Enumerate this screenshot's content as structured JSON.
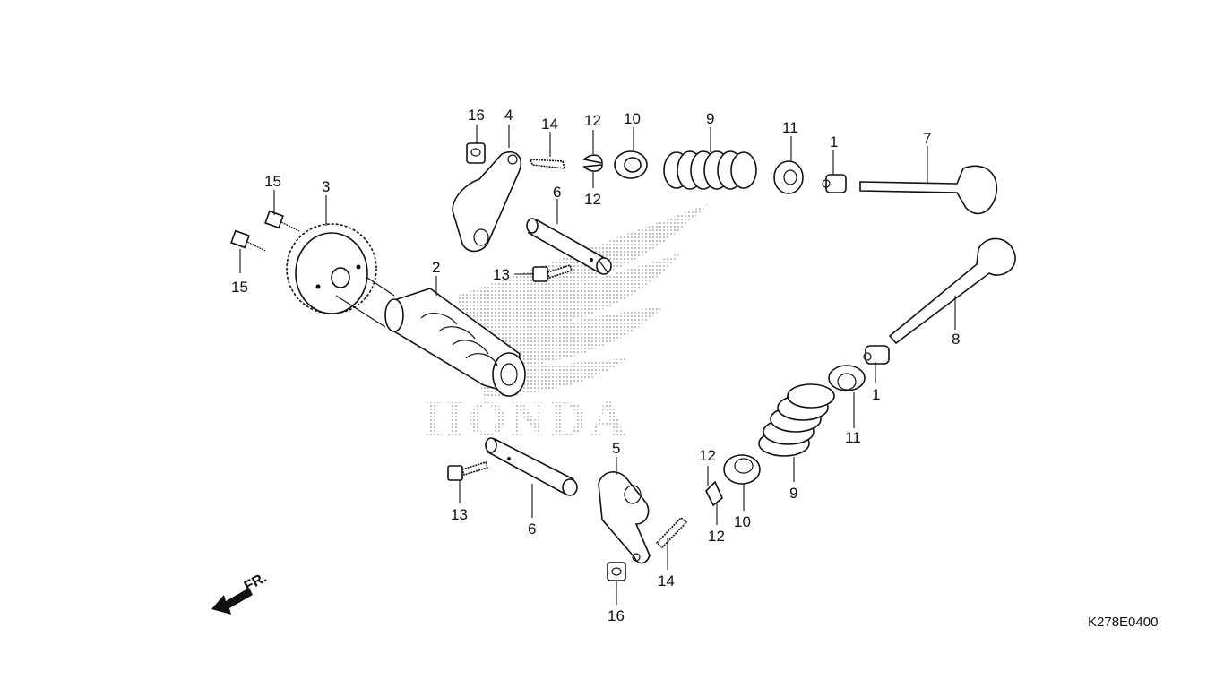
{
  "diagram": {
    "reference_code": "K278E0400",
    "front_indicator": "FR.",
    "watermark": "HONDA",
    "callouts": [
      {
        "id": "c16a",
        "text": "16"
      },
      {
        "id": "c4",
        "text": "4"
      },
      {
        "id": "c14a",
        "text": "14"
      },
      {
        "id": "c12a",
        "text": "12"
      },
      {
        "id": "c12b",
        "text": "12"
      },
      {
        "id": "c10a",
        "text": "10"
      },
      {
        "id": "c9a",
        "text": "9"
      },
      {
        "id": "c11a",
        "text": "11"
      },
      {
        "id": "c1a",
        "text": "1"
      },
      {
        "id": "c7",
        "text": "7"
      },
      {
        "id": "c15a",
        "text": "15"
      },
      {
        "id": "c15b",
        "text": "15"
      },
      {
        "id": "c3",
        "text": "3"
      },
      {
        "id": "c6a",
        "text": "6"
      },
      {
        "id": "c13a",
        "text": "13"
      },
      {
        "id": "c2",
        "text": "2"
      },
      {
        "id": "c8",
        "text": "8"
      },
      {
        "id": "c1b",
        "text": "1"
      },
      {
        "id": "c11b",
        "text": "11"
      },
      {
        "id": "c5",
        "text": "5"
      },
      {
        "id": "c12c",
        "text": "12"
      },
      {
        "id": "c12d",
        "text": "12"
      },
      {
        "id": "c10b",
        "text": "10"
      },
      {
        "id": "c9b",
        "text": "9"
      },
      {
        "id": "c13b",
        "text": "13"
      },
      {
        "id": "c6b",
        "text": "6"
      },
      {
        "id": "c14b",
        "text": "14"
      },
      {
        "id": "c16b",
        "text": "16"
      }
    ]
  }
}
